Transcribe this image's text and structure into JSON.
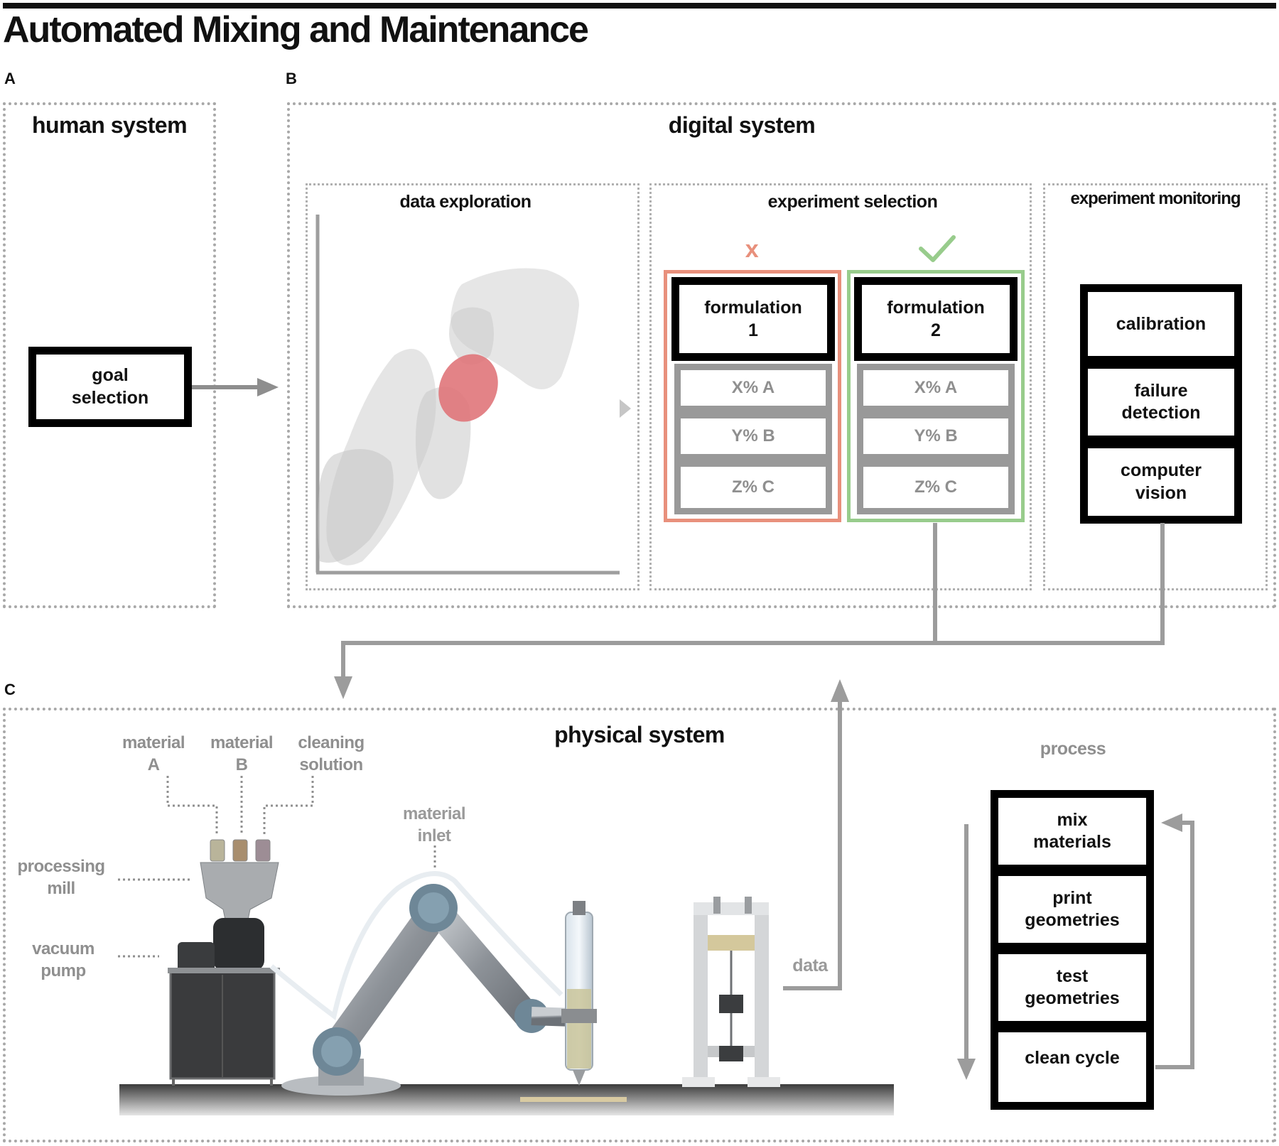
{
  "title": "Automated Mixing and Maintenance",
  "panels": {
    "a": {
      "letter": "A",
      "title": "human system",
      "goal_box": "goal\nselection"
    },
    "b": {
      "letter": "B",
      "title": "digital system"
    },
    "c": {
      "letter": "C",
      "title": "physical system"
    }
  },
  "data_exploration": {
    "title": "data exploration"
  },
  "experiment_selection": {
    "title": "experiment selection",
    "reject_mark": "x",
    "accept_mark": "✓",
    "formulations": [
      {
        "label": "formulation\n1",
        "rows": [
          "X% A",
          "Y% B",
          "Z% C"
        ],
        "status": "rejected"
      },
      {
        "label": "formulation\n2",
        "rows": [
          "X% A",
          "Y% B",
          "Z% C"
        ],
        "status": "accepted"
      }
    ]
  },
  "experiment_monitoring": {
    "title": "experiment monitoring",
    "items": [
      "calibration",
      "failure\ndetection",
      "computer\nvision"
    ]
  },
  "physical": {
    "labels": {
      "material_a": "material\nA",
      "material_b": "material\nB",
      "cleaning": "cleaning\nsolution",
      "processing_mill": "processing\nmill",
      "vacuum_pump": "vacuum\npump",
      "material_inlet": "material\ninlet",
      "data": "data"
    }
  },
  "process": {
    "title": "process",
    "steps": [
      "mix\nmaterials",
      "print\ngeometries",
      "test\ngeometries",
      "clean cycle"
    ]
  },
  "colors": {
    "reject": "#e8907c",
    "accept": "#98cc8c",
    "connector": "#9c9c9c",
    "highlight": "#e0767a"
  }
}
